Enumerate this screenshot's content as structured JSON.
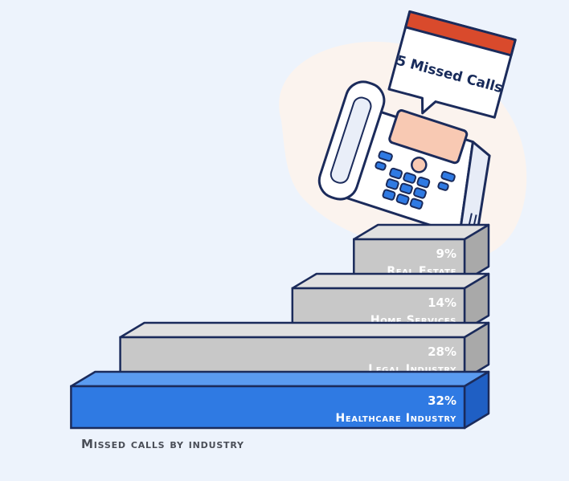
{
  "chart_data": {
    "type": "bar",
    "orientation": "horizontal-stacked-steps",
    "categories": [
      "Real Estate",
      "Home Services",
      "Legal Industry",
      "Healthcare Industry"
    ],
    "values": [
      9,
      14,
      28,
      32
    ],
    "value_labels": [
      "9%",
      "14%",
      "28%",
      "32%"
    ],
    "caption": "Missed calls by industry",
    "bubble": "5 Missed Calls",
    "colors": {
      "gray_front": "#c8c8c8",
      "gray_top": "#e0e0e0",
      "gray_side": "#a9a9a9",
      "blue_front": "#2f7ae3",
      "blue_top": "#5a9bf0",
      "blue_side": "#1f5fc4",
      "outline": "#1b2b5b"
    }
  }
}
